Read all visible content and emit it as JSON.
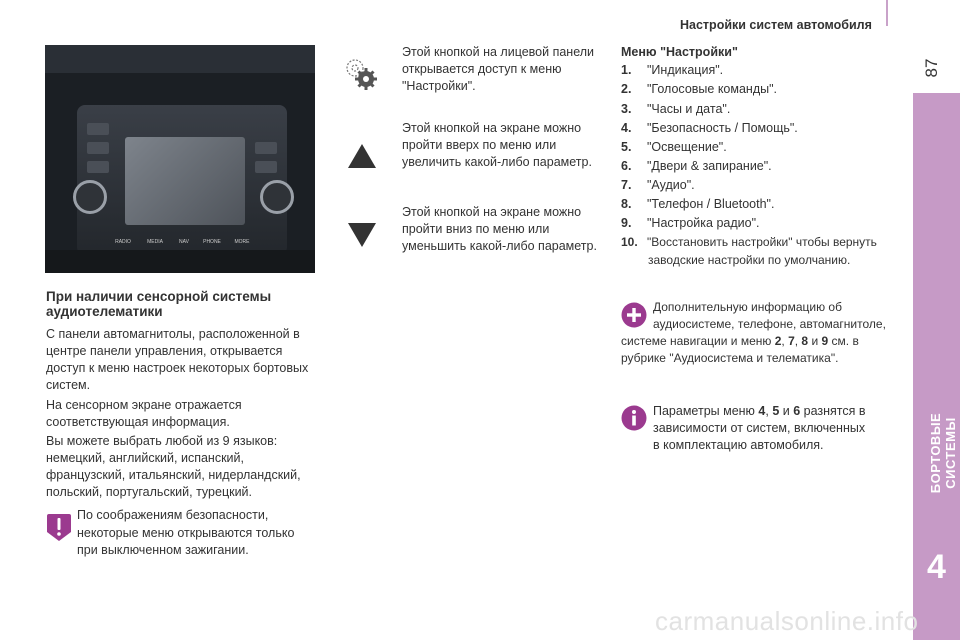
{
  "header": {
    "title": "Настройки систем автомобиля",
    "page_number": "87"
  },
  "side_tab": {
    "label": "БОРТОВЫЕ СИСТЕМЫ",
    "chapter_number": "4",
    "color": "#c69ac6"
  },
  "photo": {
    "buttons": [
      "RADIO",
      "MEDIA",
      "NAV",
      "PHONE",
      "MORE"
    ]
  },
  "left": {
    "subheading": "При наличии сенсорной системы аудиотелематики",
    "para1": "С панели автомагнитолы, расположенной в центре панели управления, открывается доступ к меню настроек некоторых бортовых систем.",
    "para2": "На сенсорном экране отражается соответствующая информация.",
    "para3": "Вы можете выбрать любой из 9 языков: немецкий, английский, испанский, французский, итальянский, нидерландский, польский, португальский, турецкий.",
    "warning": "По соображениям безопасности, некоторые меню открываются только при выключенном зажигании."
  },
  "middle": {
    "settings_text": "Этой кнопкой на лицевой панели открывается доступ к меню \"Настройки\".",
    "up_text": "Этой кнопкой на экране можно пройти вверх по меню или увеличить какой-либо параметр.",
    "down_text": "Этой кнопкой на экране можно пройти вниз по меню или уменьшить какой-либо параметр."
  },
  "menu": {
    "title": "Меню \"Настройки\"",
    "items": [
      {
        "num": "1.",
        "label": "\"Индикация\"."
      },
      {
        "num": "2.",
        "label": "\"Голосовые команды\"."
      },
      {
        "num": "3.",
        "label": "\"Часы и дата\"."
      },
      {
        "num": "4.",
        "label": "\"Безопасность / Помощь\"."
      },
      {
        "num": "5.",
        "label": "\"Освещение\"."
      },
      {
        "num": "6.",
        "label": "\"Двери & запирание\"."
      },
      {
        "num": "7.",
        "label": "\"Аудио\"."
      },
      {
        "num": "8.",
        "label": "\"Телефон / Bluetooth\"."
      },
      {
        "num": "9.",
        "label": "\"Настройка радио\"."
      },
      {
        "num": "10.",
        "label": "\"Восстановить настройки\" чтобы вернуть"
      }
    ],
    "item10_cont": "заводские настройки по умолчанию."
  },
  "info_plus": {
    "line1": "Дополнительную информацию об",
    "line2": "аудиосистеме, телефоне, автомагнитоле,",
    "line3_pre": "системе навигации и меню ",
    "n2": "2",
    "n7": "7",
    "n8": "8",
    "and_word": "и",
    "n9": "9",
    "line3_post": " см. в",
    "line4": "рубрике \"Аудиосистема и телематика\"."
  },
  "info_i": {
    "pre": "Параметры меню ",
    "n4": "4",
    "n5": "5",
    "and_word": "и",
    "n6": "6",
    "post": " разнятся в",
    "line2": "зависимости от систем, включенных",
    "line3": "в комплектацию автомобиля."
  },
  "watermark": "carmanualsonline.info",
  "colors": {
    "accent": "#c69ac6",
    "icon": "#9b3a8f"
  },
  "icons": [
    "gears-icon",
    "arrow-up-icon",
    "arrow-down-icon",
    "warning-icon",
    "plus-icon",
    "info-icon"
  ]
}
